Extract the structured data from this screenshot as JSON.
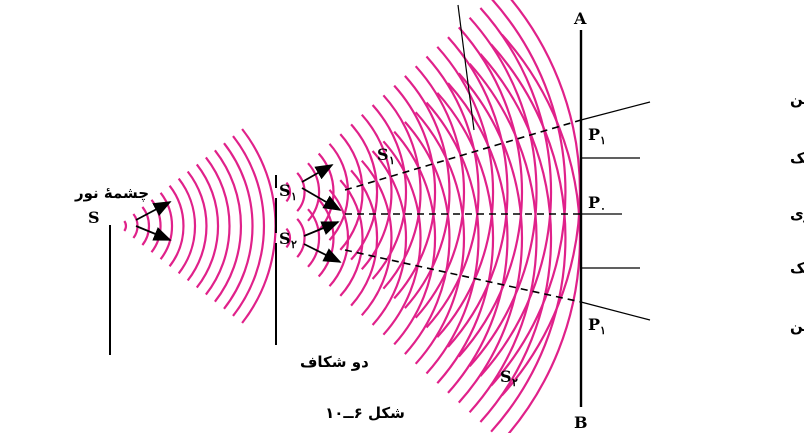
{
  "figure": {
    "caption": "شکل ۶ــ۱۰",
    "source_label": "چشمهٔ نور",
    "slits_label": "دو شکاف",
    "bands": {
      "bright_first_upper": "اولین نوار روشن",
      "dark_first_upper": "اولین نوار تاریک",
      "central_bright": "نوار روشن مرکزی",
      "dark_first_lower": "اولین نوار تاریک",
      "bright_first_lower": "اولین نوار روشن"
    },
    "points": {
      "S": "S",
      "S1": "S",
      "S1_sub": "۱",
      "S2": "S",
      "S2_sub": "۲",
      "A": "A",
      "B": "B",
      "P0": "P",
      "P0_sub": "۰",
      "P1": "P",
      "P1_sub": "۱"
    },
    "colors": {
      "wavefront": "#e0218a",
      "lines": "#000000"
    }
  }
}
